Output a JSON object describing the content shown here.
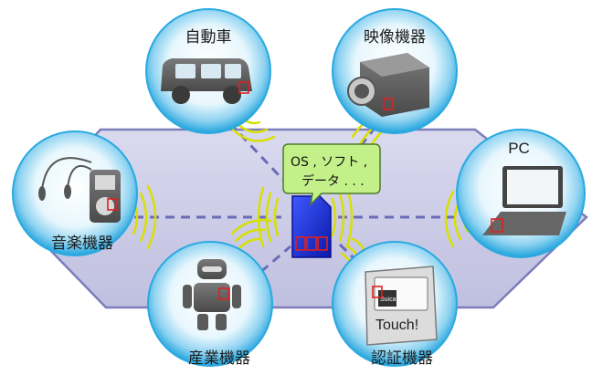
{
  "nodes": {
    "car": "自動車",
    "camera": "映像機器",
    "pc": "PC",
    "audio": "音楽機器",
    "robot": "産業機器",
    "auth": "認証機器"
  },
  "bubble": {
    "line1": "OS , ソフト ,",
    "line2": "データ . . ."
  },
  "reader": {
    "brand": "Suica",
    "touch": "Touch!"
  },
  "colors": {
    "hexagon": "#c9c9e8",
    "circle_edge": "#2aa9e0",
    "chip": "#1f34d8",
    "bubble": "#c4f08a",
    "wave": "#d8e000"
  },
  "icons": {
    "car": "car-icon",
    "camera": "video-camera-icon",
    "pc": "laptop-icon",
    "audio": "music-player-icon",
    "robot": "robot-icon",
    "auth": "card-reader-icon",
    "center": "sd-card-icon"
  }
}
